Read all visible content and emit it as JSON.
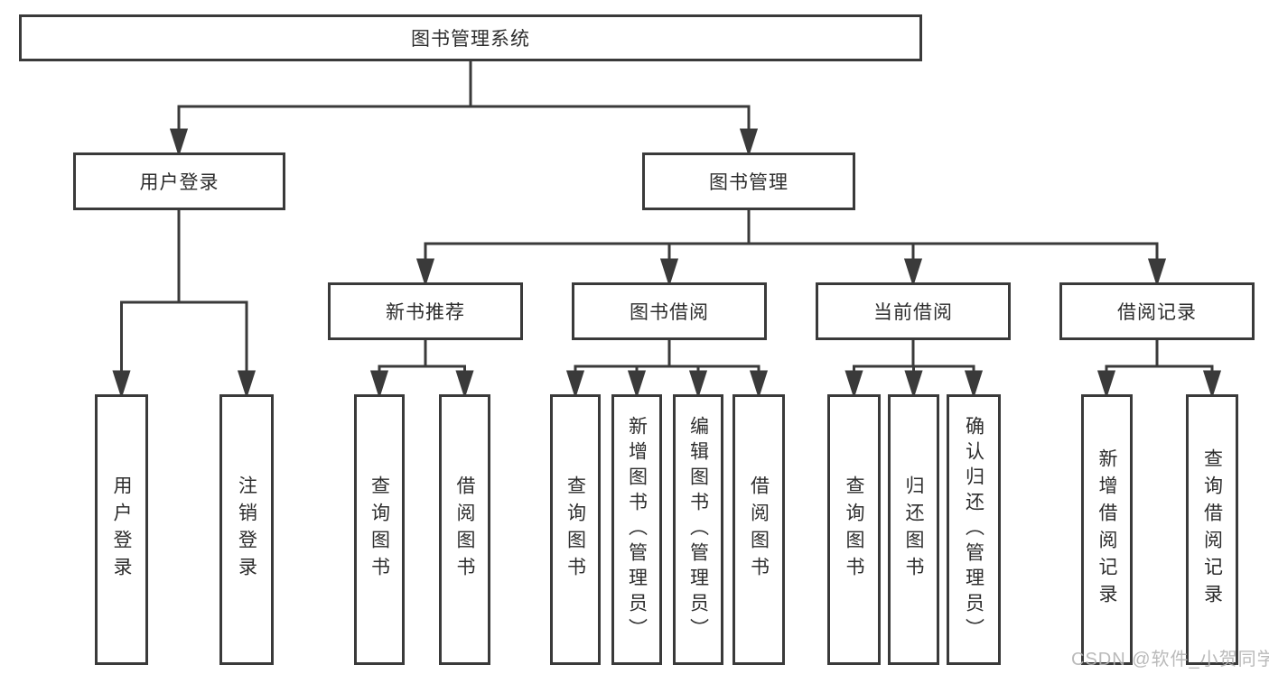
{
  "colors": {
    "line": "#3a3a3a",
    "text": "#2d2d2d",
    "watermark": "#b2b2b2",
    "background": "#ffffff"
  },
  "watermark": {
    "text": "CSDN @软件_小贺同学"
  },
  "tree": {
    "root": {
      "label": "图书管理系统"
    },
    "branches": [
      {
        "label": "用户登录",
        "children": [
          {
            "label": "用户登录"
          },
          {
            "label": "注销登录"
          }
        ]
      },
      {
        "label": "图书管理",
        "sections": [
          {
            "label": "新书推荐",
            "children": [
              {
                "label": "查询图书"
              },
              {
                "label": "借阅图书"
              }
            ]
          },
          {
            "label": "图书借阅",
            "children": [
              {
                "label": "查询图书"
              },
              {
                "label": "新增图书（管理员）"
              },
              {
                "label": "编辑图书（管理员）"
              },
              {
                "label": "借阅图书"
              }
            ]
          },
          {
            "label": "当前借阅",
            "children": [
              {
                "label": "查询图书"
              },
              {
                "label": "归还图书"
              },
              {
                "label": "确认归还（管理员）"
              }
            ]
          },
          {
            "label": "借阅记录",
            "children": [
              {
                "label": "新增借阅记录"
              },
              {
                "label": "查询借阅记录"
              }
            ]
          }
        ]
      }
    ]
  }
}
